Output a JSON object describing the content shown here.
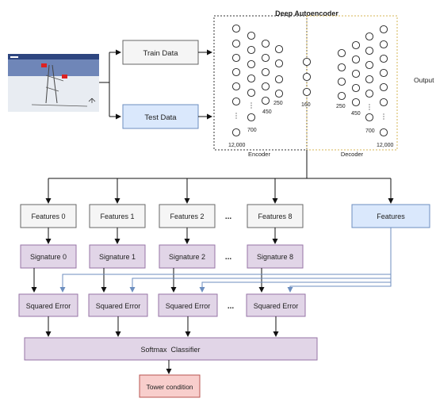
{
  "autoencoder": {
    "title": "Deep Autoencoder",
    "encoder_label": "Encoder",
    "decoder_label": "Decoder",
    "output_label": "Output",
    "layer_sizes": [
      "12,000",
      "700",
      "450",
      "250",
      "160",
      "250",
      "450",
      "700",
      "12,000"
    ]
  },
  "inputs": {
    "train": "Train Data",
    "test": "Test Data"
  },
  "features": [
    "Features 0",
    "Features 1",
    "Features 2",
    "Features 8"
  ],
  "features_main": "Features",
  "signatures": [
    "Signature 0",
    "Signature 1",
    "Signature 2",
    "Signature 8"
  ],
  "errors": [
    "Squared Error",
    "Squared Error",
    "Squared Error",
    "Squared Error"
  ],
  "ellipsis": "...",
  "classifier": "Softmax  Classifier",
  "result": "Tower condition",
  "colors": {
    "gray_fill": "#f5f5f5",
    "gray_stroke": "#666666",
    "blue_fill": "#dae8fc",
    "blue_stroke": "#6c8ebf",
    "purple_fill": "#e1d5e7",
    "purple_stroke": "#9673a6",
    "red_fill": "#f8cecc",
    "red_stroke": "#b85450",
    "decoder_border": "#d6b656"
  }
}
